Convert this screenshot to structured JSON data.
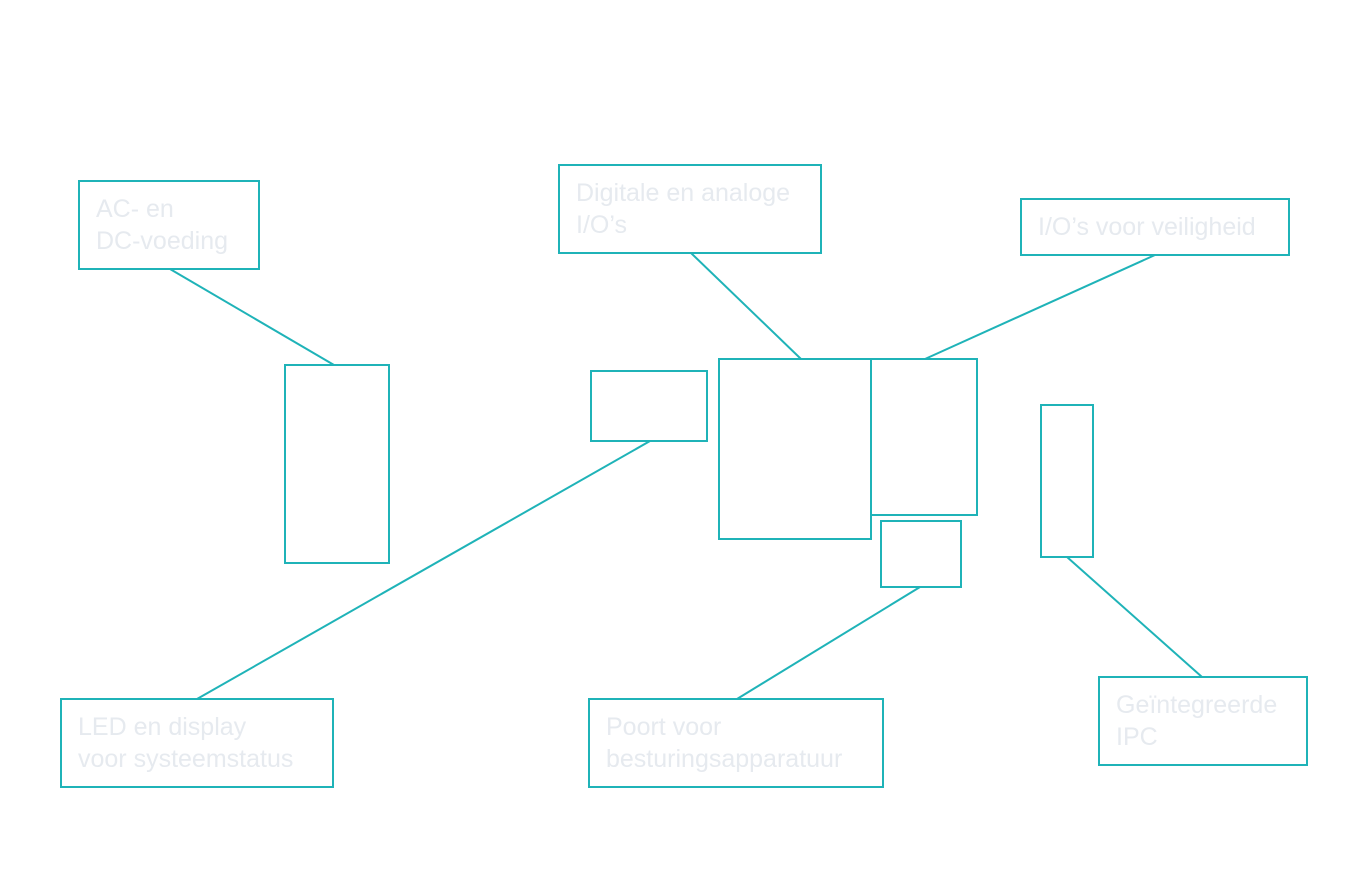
{
  "diagram": {
    "line_color": "#1fb3b8",
    "text_color": "#e6eaef",
    "labels": {
      "ac_dc_power": "AC- en\nDC-voeding",
      "digital_analog_io": "Digitale en analoge\nI/O’s",
      "safety_io": "I/O’s voor veiligheid",
      "led_display": "LED en display\nvoor systeemstatus",
      "controller_port": "Poort voor\nbesturingsapparatuur",
      "integrated_ipc": "Geïntegreerde\nIPC"
    }
  }
}
